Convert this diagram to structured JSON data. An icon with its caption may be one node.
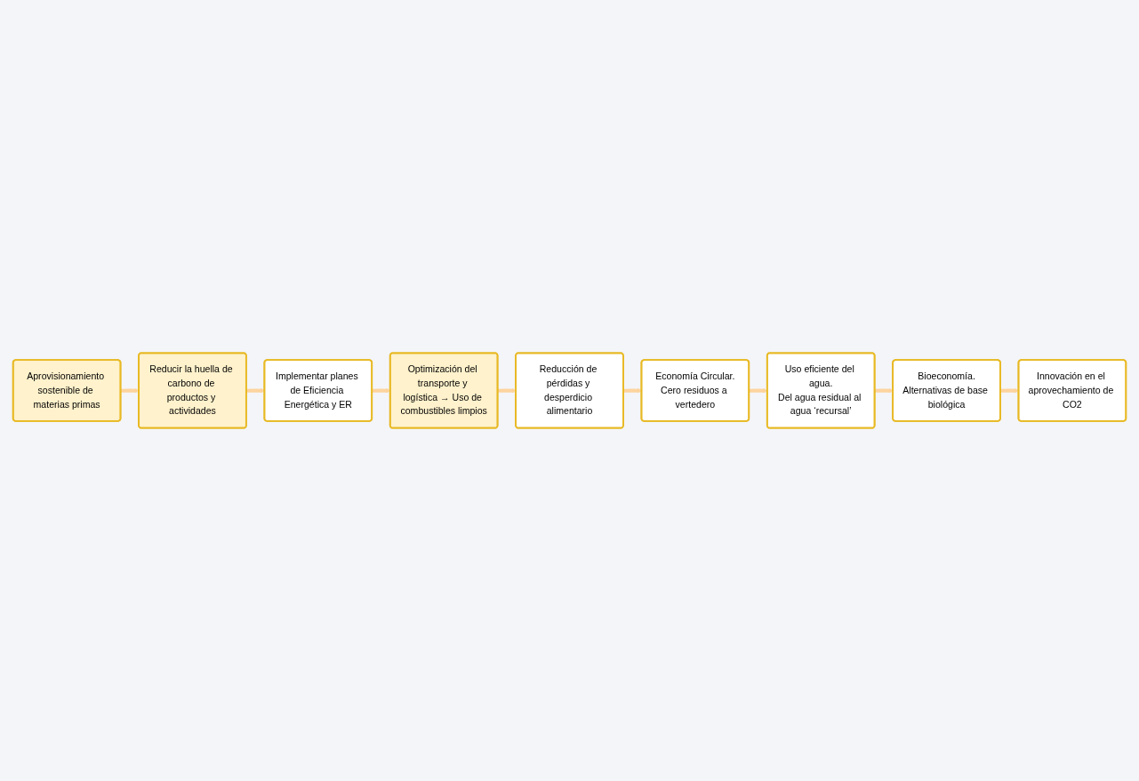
{
  "diagram": {
    "nodes": [
      {
        "text": [
          "Aprovisionamiento sostenible de materias primas"
        ]
      },
      {
        "text": [
          "Reducir la huella de carbono de productos y actividades"
        ]
      },
      {
        "text": [
          "Implementar planes de Eficiencia Energética y ER"
        ]
      },
      {
        "text": [
          "Economía Circular.",
          "Cero residuos a vertedero"
        ]
      },
      {
        "text": [
          "Reducción de pérdidas y desperdicio alimentario"
        ]
      },
      {
        "text": [
          "Optimización del transporte y logística → Uso de combustibles limpios"
        ]
      },
      {
        "text": [
          "Uso eficiente del agua.",
          "Del agua residual al agua ‘recursal’"
        ]
      },
      {
        "text": [
          "Bioeconomía.",
          "Alternativas de base biológica"
        ]
      },
      {
        "text": [
          "Innovación en el aprovechamiento de CO2"
        ]
      }
    ],
    "edges": [
      {
        "from": 0,
        "to": 1,
        "arrow": "to"
      },
      {
        "from": 1,
        "to": 2,
        "arrow": "to"
      },
      {
        "from": 2,
        "to": 5,
        "arrow": "to"
      },
      {
        "from": 5,
        "to": 4,
        "arrow": "to"
      },
      {
        "from": 4,
        "to": 3,
        "arrow": "to"
      },
      {
        "from": 3,
        "to": 6,
        "arrow": "to"
      },
      {
        "from": 6,
        "to": 7,
        "arrow": "to"
      },
      {
        "from": 7,
        "to": 8,
        "arrow": "to"
      }
    ]
  }
}
